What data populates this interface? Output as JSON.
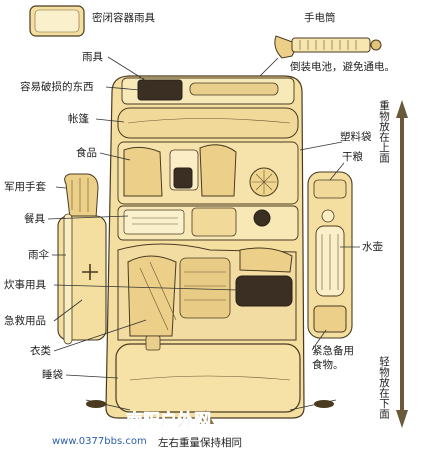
{
  "labels": {
    "sealed_container": "密闭容器雨具",
    "flashlight": "手电筒",
    "flashlight_note": "倒装电池，避免通电。",
    "raingear": "雨具",
    "fragile": "容易破损的东西",
    "tent": "帐篷",
    "food": "食品",
    "plastic_bag": "塑料袋",
    "dry_food": "干粮",
    "gloves": "军用手套",
    "utensils": "餐具",
    "water_bottle": "水壶",
    "umbrella": "雨伞",
    "cooking": "炊事用具",
    "first_aid": "急救用品",
    "clothing": "衣类",
    "emergency_food": "紧急备用食物。",
    "sleeping_bag": "睡袋",
    "balance": "左右重量保持相同"
  },
  "side_notes": {
    "heavy_top": "重物放在上面",
    "light_bottom": "轻物放在下面"
  },
  "watermark": {
    "title": "南阳户外网",
    "url": "www.0377bbs.com"
  },
  "colors": {
    "pack": "#f4dfa0",
    "outline": "#4a3a20",
    "arrow": "#6b5a3a",
    "watermark": "#2c5fa8"
  }
}
